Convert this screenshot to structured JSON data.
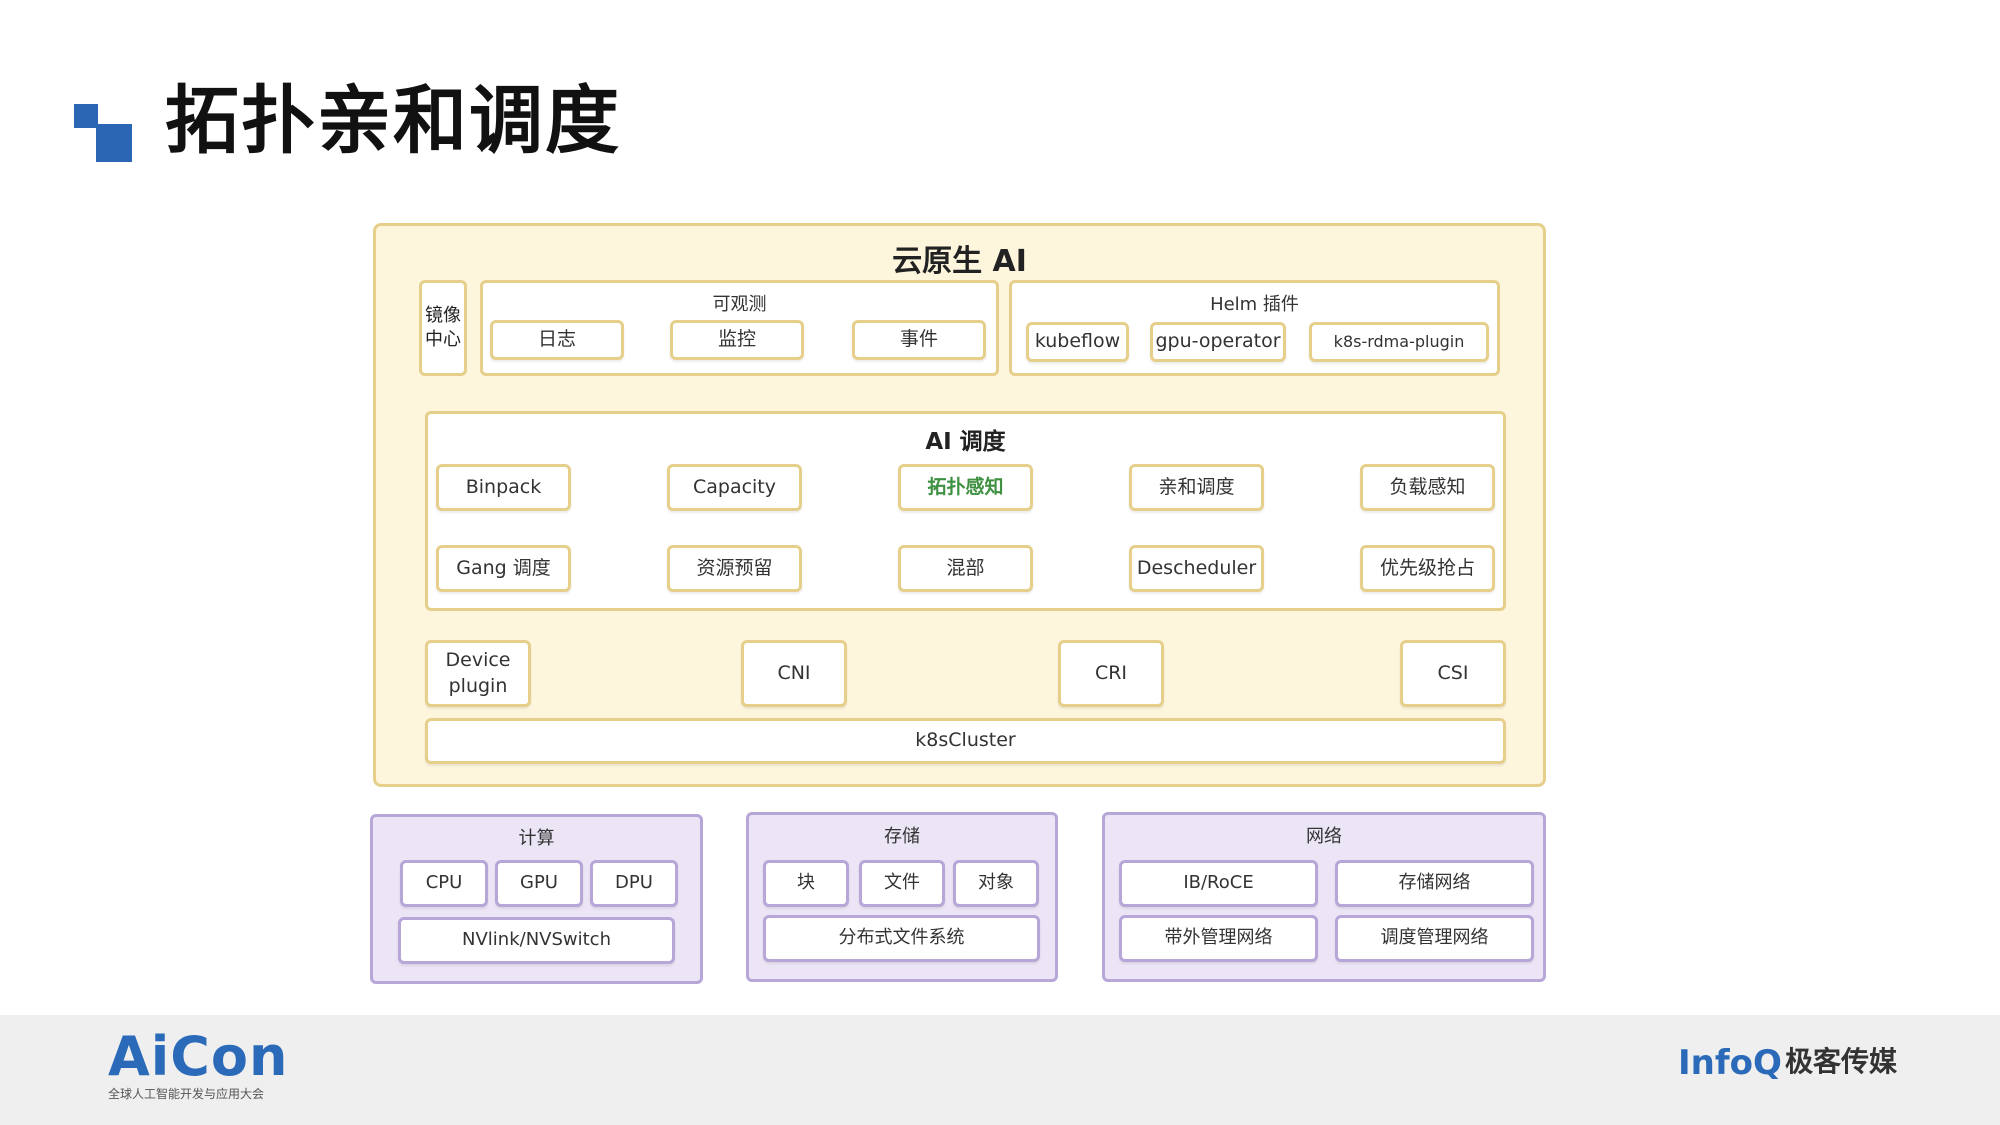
{
  "header": {
    "title": "拓扑亲和调度"
  },
  "diagram": {
    "cloud_native": {
      "title": "云原生 AI",
      "mirror_center": "镜像\n中心",
      "observability": {
        "title": "可观测",
        "items": [
          "日志",
          "监控",
          "事件"
        ]
      },
      "helm": {
        "title": "Helm 插件",
        "items": [
          "kubeflow",
          "gpu-operator",
          "k8s-rdma-plugin"
        ]
      },
      "ai_scheduling": {
        "title": "AI 调度",
        "row1": [
          "Binpack",
          "Capacity",
          "拓扑感知",
          "亲和调度",
          "负载感知"
        ],
        "row2": [
          "Gang 调度",
          "资源预留",
          "混部",
          "Descheduler",
          "优先级抢占"
        ]
      },
      "interfaces": [
        "Device\nplugin",
        "CNI",
        "CRI",
        "CSI"
      ],
      "cluster": "k8sCluster"
    },
    "compute": {
      "title": "计算",
      "items": [
        "CPU",
        "GPU",
        "DPU"
      ],
      "interconnect": "NVlink/NVSwitch"
    },
    "storage": {
      "title": "存储",
      "items": [
        "块",
        "文件",
        "对象"
      ],
      "fs": "分布式文件系统"
    },
    "network": {
      "title": "网络",
      "items": [
        "IB/RoCE",
        "存储网络",
        "带外管理网络",
        "调度管理网络"
      ]
    }
  },
  "footer": {
    "left_logo": "AiCon",
    "left_tagline": "全球人工智能开发与应用大会",
    "right_logo": "InfoQ",
    "right_text": "极客传媒"
  },
  "colors": {
    "accent": "#2b66b5",
    "highlight": "#3f9142"
  }
}
